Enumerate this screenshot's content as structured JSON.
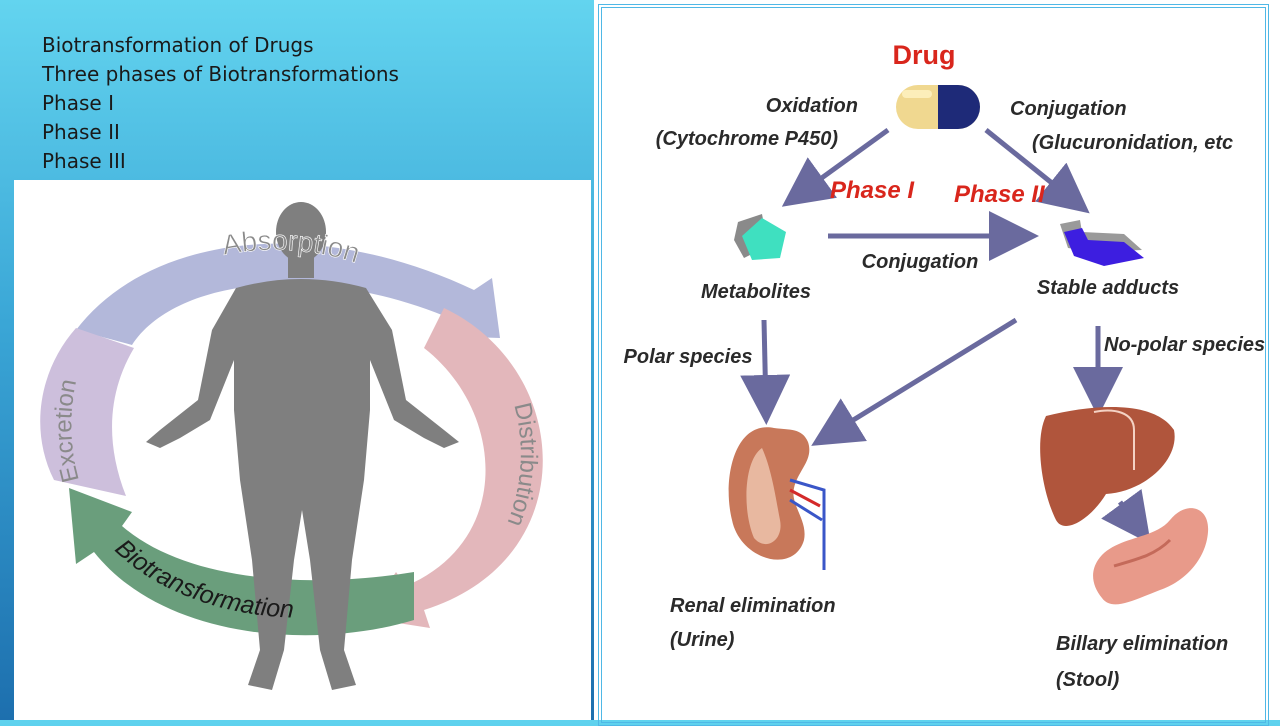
{
  "slide": {
    "lines": [
      "Biotransformation of Drugs",
      "Three phases of Biotransformations",
      "Phase I",
      "Phase II",
      "Phase III"
    ]
  },
  "cycle": {
    "absorption": "Absorption",
    "distribution": "Distribution",
    "biotransformation": "Biotransformation",
    "excretion": "Excretion",
    "colors": {
      "absorption": "#b3b8da",
      "distribution": "#e3b7bb",
      "biotransformation": "#6a9e7c",
      "excretion": "#cdbfdc",
      "body": "#7f7f7f"
    }
  },
  "pathway": {
    "drug": "Drug",
    "oxidation": "Oxidation",
    "cytochrome": "(Cytochrome P450)",
    "conjugation_top": "Conjugation",
    "glucuronidation": "(Glucuronidation, etc",
    "phase1": "Phase I",
    "phase2": "Phase II",
    "conjugation_mid": "Conjugation",
    "metabolites": "Metabolites",
    "stable_adducts": "Stable adducts",
    "polar_species": "Polar species",
    "nonpolar_species": "No-polar species",
    "renal_elim": "Renal elimination",
    "urine": "(Urine)",
    "biliary_elim": "Billary elimination",
    "stool": "(Stool)",
    "colors": {
      "arrow": "#6a6a9e",
      "phase_label": "#d9261c",
      "drug_label": "#d9261c"
    }
  }
}
